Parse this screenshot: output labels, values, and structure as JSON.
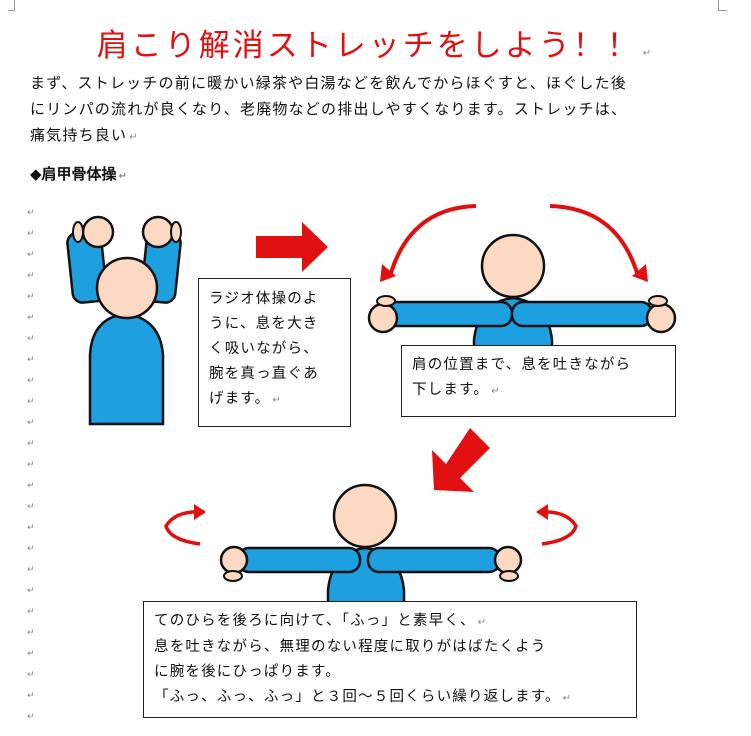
{
  "document": {
    "title": "肩こり解消ストレッチをしよう！！",
    "intro_lines": [
      "まず、ストレッチの前に暖かい緑茶や白湯などを飲んでからほぐすと、ほぐした後",
      "にリンパの流れが良くなり、老廃物などの排出しやすくなります。ストレッチは、",
      "痛気持ち良い"
    ],
    "section_heading": "◆肩甲骨体操",
    "paragraph_mark": "↵"
  },
  "steps": [
    {
      "lines": [
        "ラジオ体操のよ",
        "うに、息を大き",
        "く吸いながら、",
        "腕を真っ直ぐあ",
        "げます。"
      ]
    },
    {
      "lines": [
        "肩の位置まで、息を吐きながら",
        "下します。"
      ]
    },
    {
      "lines": [
        "てのひらを後ろに向けて、「ふっ」と素早く、",
        "息を吐きながら、無理のない程度に取りがはばたくよう",
        "に腕を後にひっぱります。",
        "「ふっ、ふっ、ふっ」と３回〜５回くらい繰り返します。"
      ]
    }
  ],
  "colors": {
    "title": "#e01010",
    "shirt": "#1ea0e0",
    "skin": "#fbd9c2",
    "arrow": "#e01010"
  },
  "icons": [
    "arrow-right-icon",
    "arrow-down-left-icon",
    "curved-arrow-icon"
  ]
}
